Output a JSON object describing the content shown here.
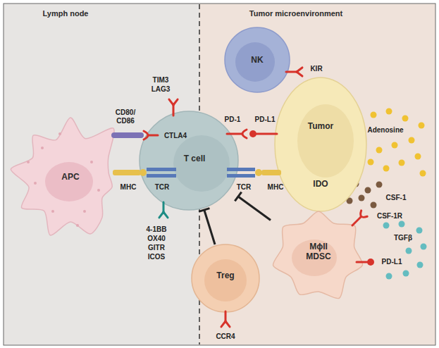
{
  "diagram": {
    "nodes": [
      {
        "text": [
          "Lymph node"
        ]
      },
      {
        "text": [
          "APC"
        ],
        "in": 0
      },
      {
        "text": [
          "T cell"
        ]
      },
      {
        "text": [
          "Tumor microenvironment"
        ]
      },
      {
        "text": [
          "NK"
        ],
        "in": 3
      },
      {
        "text": [
          "Tumor",
          "IDO"
        ],
        "in": 3
      },
      {
        "text": [
          "Treg"
        ],
        "in": 3
      },
      {
        "text": [
          "MϕII MDSC"
        ],
        "in": 3
      }
    ],
    "edges": [
      {
        "from": 6,
        "to": 2,
        "arrow": "to"
      },
      {
        "from": 7,
        "to": 2,
        "arrow": "to"
      }
    ],
    "labels": [
      "TIM3",
      "LAG3",
      "CD80/ CD86",
      "CTLA4",
      "MHC",
      "TCR",
      "4-1BB",
      "OX40",
      "GITR",
      "ICOS",
      "KIR",
      "PD-1",
      "PD-L1",
      "TCR",
      "MHC",
      "Adenosine",
      "CSF-1",
      "CSF-1R",
      "TGFβ",
      "PD-L1",
      "CCR4"
    ]
  }
}
